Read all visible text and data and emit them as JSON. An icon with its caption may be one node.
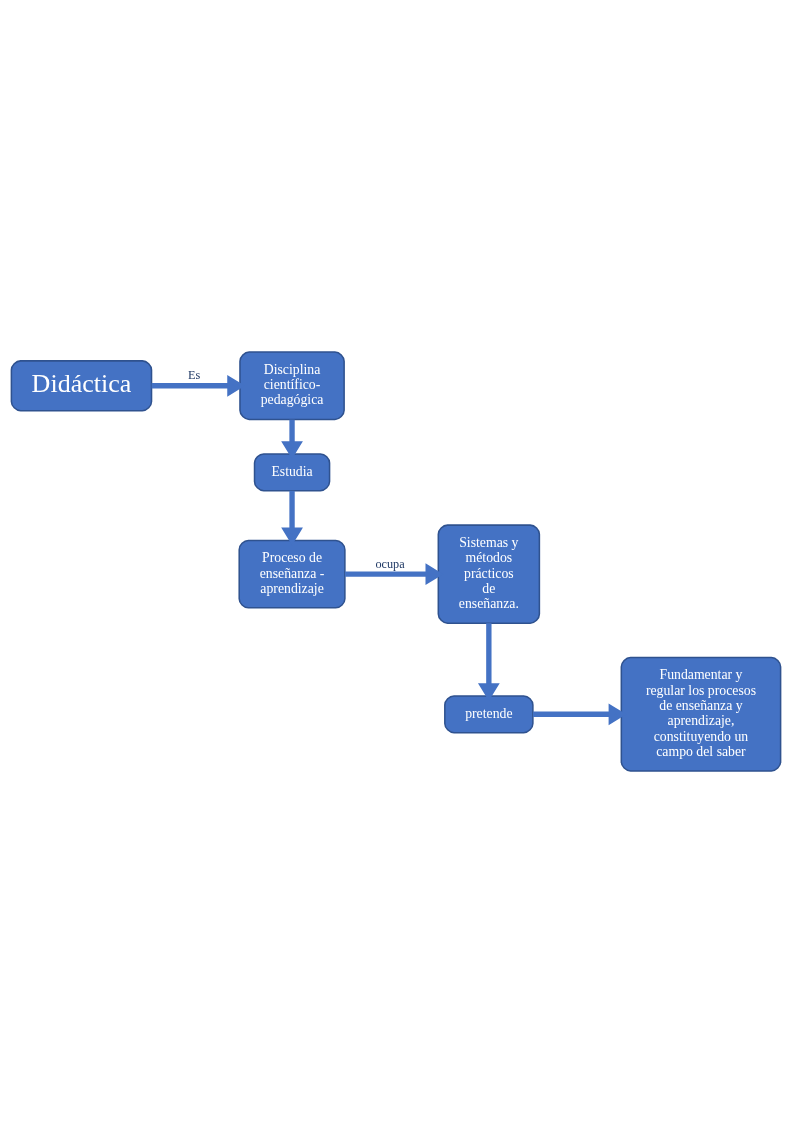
{
  "diagram": {
    "nodes": [
      {
        "text": [
          "Didáctica"
        ]
      },
      {
        "text": [
          "Disciplina científico-pedagógica"
        ]
      },
      {
        "text": [
          "Estudia"
        ]
      },
      {
        "text": [
          "Proceso de enseñanza - aprendizaje"
        ]
      },
      {
        "text": [
          "Sistemas y métodos prácticos de enseñanza."
        ]
      },
      {
        "text": [
          "pretende"
        ]
      },
      {
        "text": [
          "Fundamentar y regular los procesos de enseñanza y aprendizaje, constituyendo un campo del saber"
        ]
      }
    ],
    "edges": [
      {
        "from": 0,
        "to": 1,
        "arrow": "to",
        "label": "Es"
      },
      {
        "from": 1,
        "to": 2,
        "arrow": "to"
      },
      {
        "from": 2,
        "to": 3,
        "arrow": "to"
      },
      {
        "from": 3,
        "to": 4,
        "arrow": "to",
        "label": "ocupa"
      },
      {
        "from": 4,
        "to": 5,
        "arrow": "to"
      },
      {
        "from": 5,
        "to": 6,
        "arrow": "to"
      }
    ]
  }
}
